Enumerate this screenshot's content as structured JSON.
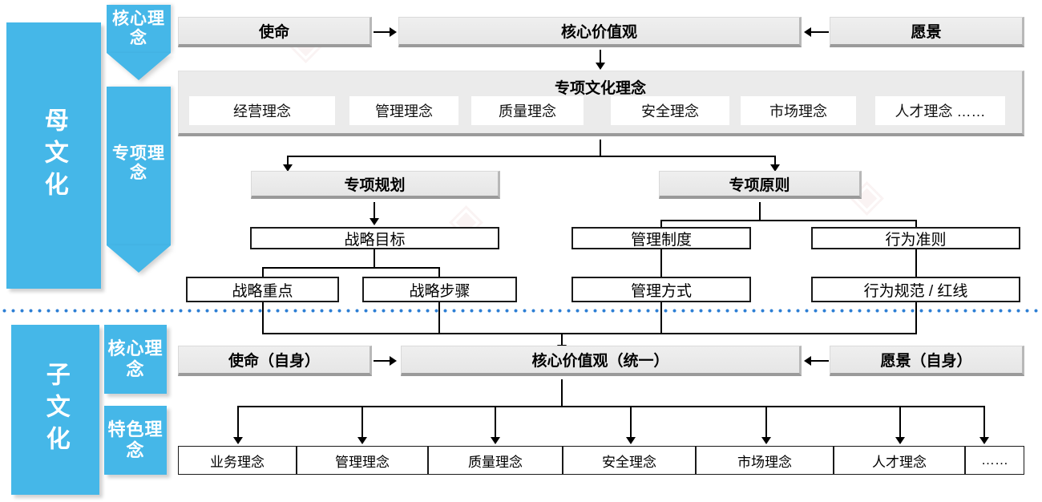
{
  "theme": {
    "blue": "#45b7e8",
    "divider_blue": "#2e7fd4",
    "panel_grey": "#ebebeb",
    "box_grey": "#e9e9e9"
  },
  "parent_culture": {
    "label": "母文化",
    "arrows": [
      {
        "label": "核心理念"
      },
      {
        "label": "专项理念"
      }
    ],
    "top_row": {
      "mission": "使命",
      "core_values": "核心价值观",
      "vision": "愿景"
    },
    "special_panel": {
      "title": "专项文化理念",
      "items": [
        "经营理念",
        "管理理念",
        "质量理念",
        "安全理念",
        "市场理念",
        "人才理念  ……"
      ]
    },
    "branches": [
      {
        "title": "专项规划",
        "level2": [
          "战略目标"
        ],
        "level3": [
          "战略重点",
          "战略步骤"
        ]
      },
      {
        "title": "专项原则",
        "level2": [
          "管理制度",
          "行为准则"
        ],
        "level3": [
          "管理方式",
          "行为规范 / 红线"
        ]
      }
    ]
  },
  "sub_culture": {
    "label": "子文化",
    "arrows": [
      {
        "label": "核心理念"
      },
      {
        "label": "特色理念"
      }
    ],
    "top_row": {
      "mission": "使命（自身）",
      "core_values": "核心价值观（统一）",
      "vision": "愿景（自身）"
    },
    "items": [
      "业务理念",
      "管理理念",
      "质量理念",
      "安全理念",
      "市场理念",
      "人才理念",
      "……"
    ]
  }
}
